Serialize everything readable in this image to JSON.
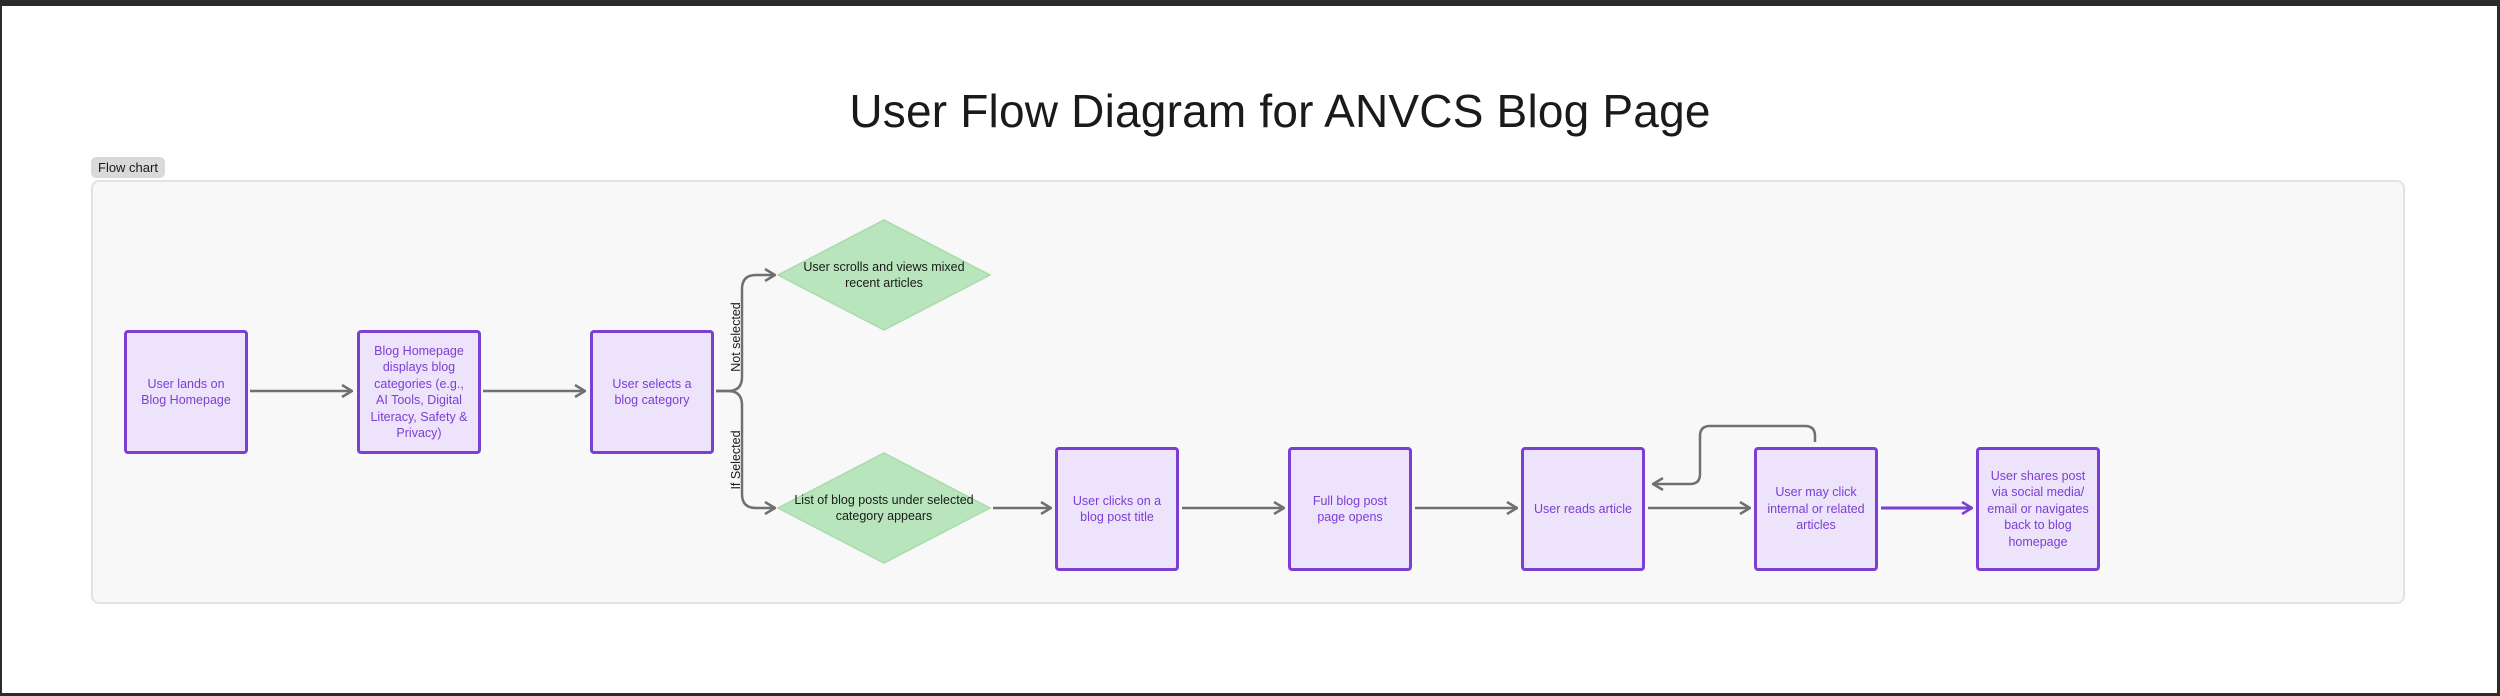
{
  "title": "User Flow Diagram for ANVCS Blog Page",
  "section": {
    "label": "Flow chart"
  },
  "colors": {
    "node_fill": "#ede3fb",
    "node_border": "#7b3fd4",
    "decision_fill": "#b9e5bc",
    "connector": "#707070"
  },
  "nodes": {
    "land": "User lands on Blog Homepage",
    "homepage": "Blog Homepage displays blog categories (e.g., AI Tools, Digital Literacy, Safety & Privacy)",
    "select_category": "User selects a blog category",
    "scroll_recent": "User scrolls and views mixed recent articles",
    "list_posts": "List of blog posts under selected category appears",
    "click_title": "User clicks on a blog post title",
    "post_opens": "Full blog post page opens",
    "reads": "User reads article",
    "click_links": "User may click internal or related articles",
    "share": "User shares post via social media/ email or navigates back to blog homepage"
  },
  "edge_labels": {
    "not_selected": "Not selected",
    "if_selected": "If Selected"
  }
}
